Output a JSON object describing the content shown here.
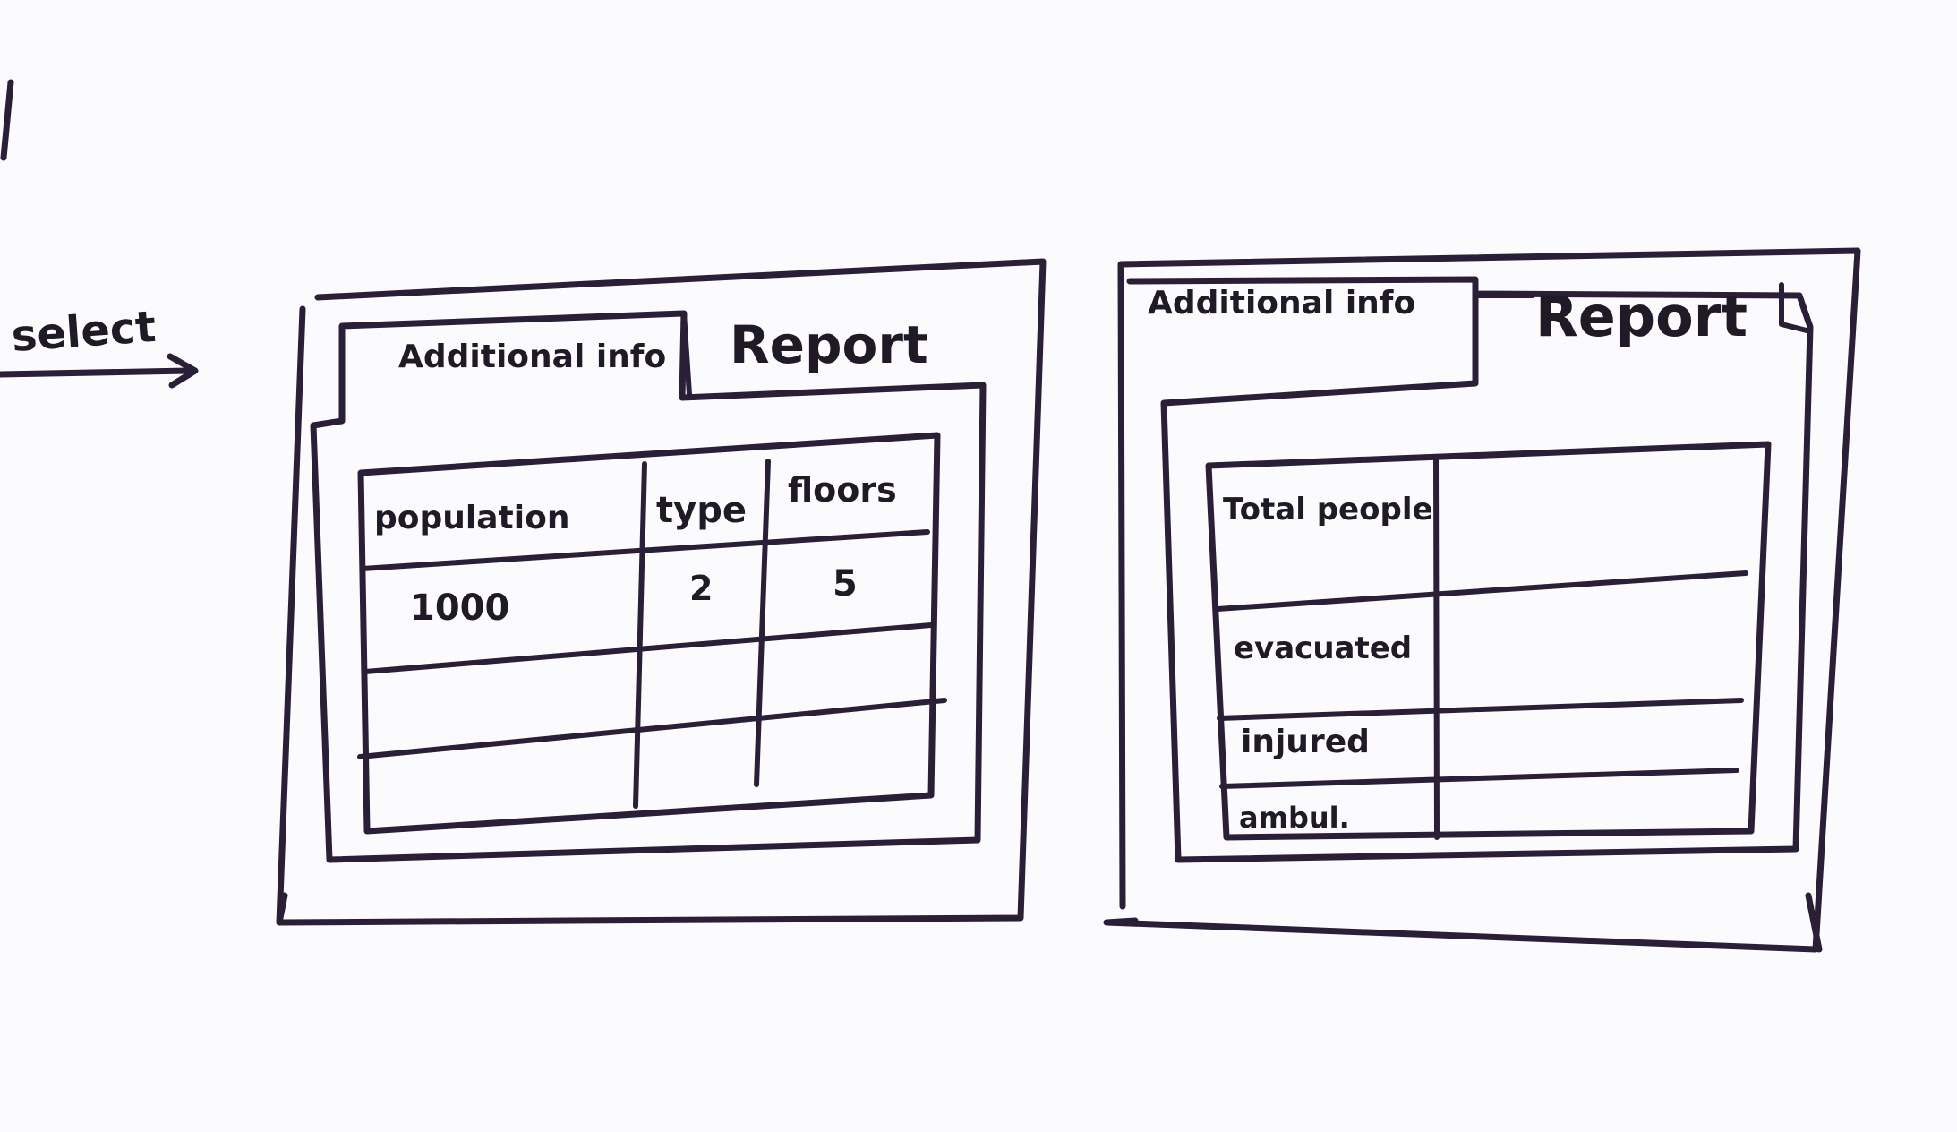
{
  "annotation": {
    "select_label": "select"
  },
  "panels": [
    {
      "tabs": [
        "Additional info",
        "Report"
      ],
      "active_tab": "Additional info",
      "table": {
        "headers": [
          "population",
          "type",
          "floors"
        ],
        "rows": [
          [
            "1000",
            "2",
            "5"
          ],
          [
            "",
            "",
            ""
          ],
          [
            "",
            "",
            ""
          ]
        ]
      }
    },
    {
      "tabs": [
        "Additional info",
        "Report"
      ],
      "active_tab": "Report",
      "table": {
        "row_labels": [
          "Total people",
          "evacuated",
          "injured",
          "ambul."
        ],
        "values": [
          "",
          "",
          "",
          ""
        ]
      }
    }
  ],
  "colors": {
    "ink": "#2a1f36",
    "paper": "#fbfbfd"
  }
}
